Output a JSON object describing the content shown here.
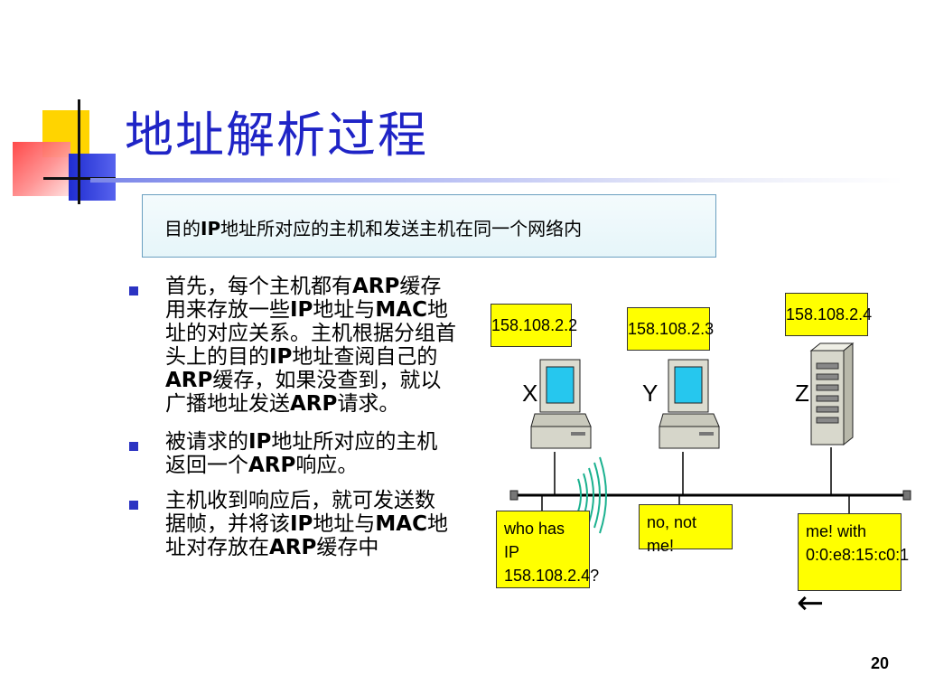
{
  "slide": {
    "title": "地址解析过程",
    "callout": "目的IP地址所对应的主机和发送主机在同一个网络内",
    "bullets": [
      {
        "lines": [
          [
            {
              "t": "首先，每个主机都有"
            },
            {
              "t": "ARP",
              "b": true
            },
            {
              "t": "缓存"
            }
          ],
          [
            {
              "t": "用来存放一些"
            },
            {
              "t": "IP",
              "b": true
            },
            {
              "t": "地址与"
            },
            {
              "t": "MAC",
              "b": true
            },
            {
              "t": "地"
            }
          ],
          [
            {
              "t": "址的对应关系。主机根据分组首"
            }
          ],
          [
            {
              "t": "头上的目的"
            },
            {
              "t": "IP",
              "b": true
            },
            {
              "t": "地址查阅自己的"
            }
          ],
          [
            {
              "t": "ARP",
              "b": true
            },
            {
              "t": "缓存，如果没查到，就以"
            }
          ],
          [
            {
              "t": "广播地址发送"
            },
            {
              "t": "ARP",
              "b": true
            },
            {
              "t": "请求。"
            }
          ]
        ]
      },
      {
        "lines": [
          [
            {
              "t": "被请求的"
            },
            {
              "t": "IP",
              "b": true
            },
            {
              "t": "地址所对应的主机"
            }
          ],
          [
            {
              "t": "返回一个"
            },
            {
              "t": "ARP",
              "b": true
            },
            {
              "t": "响应。"
            }
          ]
        ]
      },
      {
        "lines": [
          [
            {
              "t": "主机收到响应后，就可发送数"
            }
          ],
          [
            {
              "t": "据帧，并将该"
            },
            {
              "t": "IP",
              "b": true
            },
            {
              "t": "地址与"
            },
            {
              "t": "MAC",
              "b": true
            },
            {
              "t": "地"
            }
          ],
          [
            {
              "t": "址对存放在"
            },
            {
              "t": "ARP",
              "b": true
            },
            {
              "t": "缓存中"
            }
          ]
        ]
      }
    ],
    "page_number": "20"
  },
  "diagram": {
    "hosts": [
      {
        "letter": "X",
        "ip": "158.108.2.2"
      },
      {
        "letter": "Y",
        "ip": "158.108.2.3"
      },
      {
        "letter": "Z",
        "ip": "158.108.2.4"
      }
    ],
    "messages": {
      "request": [
        "who has IP",
        "158.108.2.4?"
      ],
      "no_reply": "no, not me!",
      "reply": [
        "me! with",
        "0:0:e8:15:c0:1"
      ]
    },
    "reply_arrow": "←",
    "colors": {
      "label_bg": "#ffff00",
      "bus": "#000000",
      "signal": "#1bb18f",
      "screen": "#26c7ee",
      "bullet": "#2b33c2"
    }
  }
}
